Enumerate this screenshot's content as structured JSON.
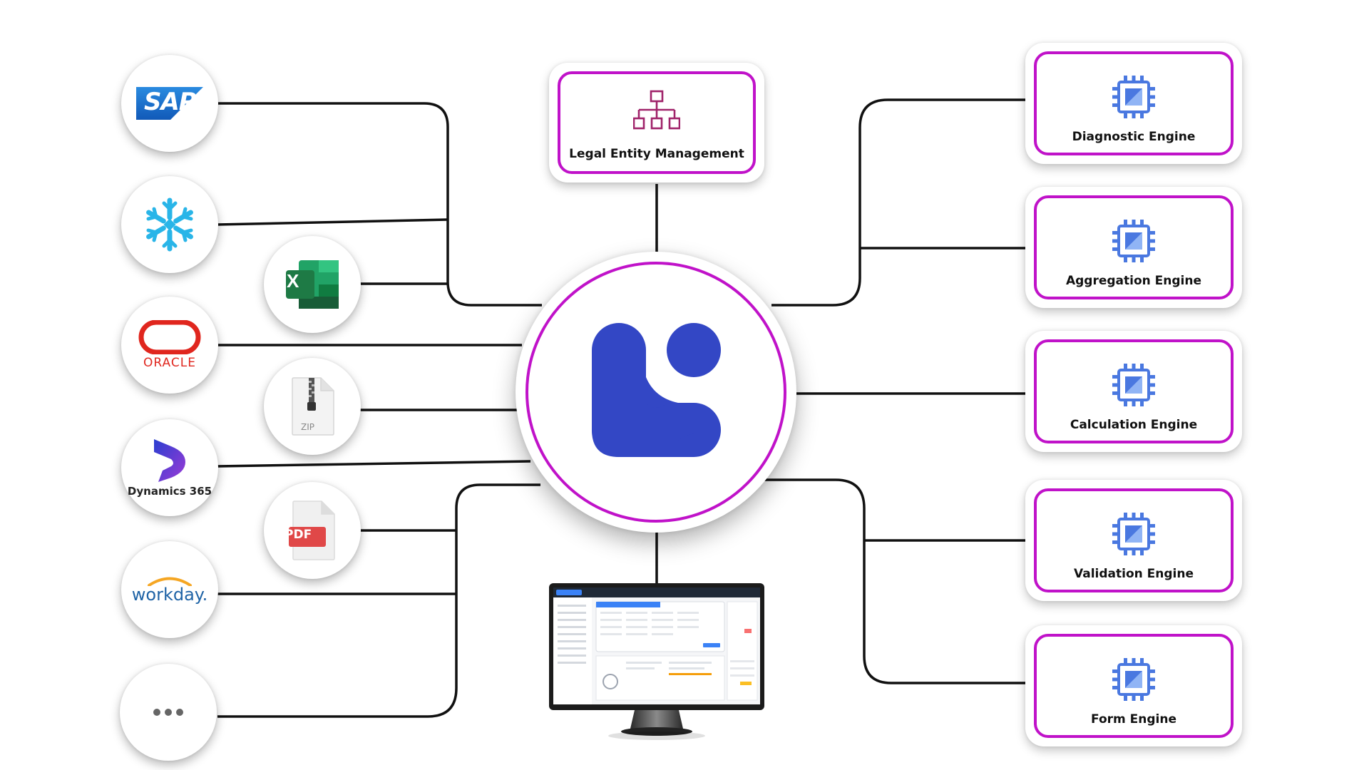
{
  "hub": {
    "name": "central-logo",
    "color": "#3347c5",
    "ring_color": "#c012c9"
  },
  "sources": [
    {
      "id": "sap",
      "text": "SAP",
      "icon": "sap-logo"
    },
    {
      "id": "snowflake",
      "text": "",
      "icon": "snowflake-logo"
    },
    {
      "id": "oracle",
      "text": "ORACLE",
      "icon": "oracle-logo"
    },
    {
      "id": "dynamics",
      "text": "Dynamics 365",
      "icon": "dynamics-365-logo"
    },
    {
      "id": "workday",
      "text": "workday.",
      "icon": "workday-logo"
    },
    {
      "id": "more",
      "text": "",
      "icon": "more-dots-icon"
    }
  ],
  "files": [
    {
      "id": "excel",
      "text": "X",
      "icon": "excel-icon"
    },
    {
      "id": "zip",
      "text": "ZIP",
      "icon": "zip-file-icon"
    },
    {
      "id": "pdf",
      "text": "PDF",
      "icon": "pdf-file-icon"
    }
  ],
  "legal_entity": {
    "label": "Legal Entity Management",
    "icon": "org-chart-icon"
  },
  "engines": [
    {
      "id": "diagnostic",
      "label": "Diagnostic Engine",
      "icon": "chip-icon"
    },
    {
      "id": "aggregation",
      "label": "Aggregation Engine",
      "icon": "chip-icon"
    },
    {
      "id": "calculation",
      "label": "Calculation Engine",
      "icon": "chip-icon"
    },
    {
      "id": "validation",
      "label": "Validation Engine",
      "icon": "chip-icon"
    },
    {
      "id": "form",
      "label": "Form Engine",
      "icon": "chip-icon"
    }
  ],
  "monitor": {
    "icon": "desktop-app-screenshot"
  },
  "colors": {
    "accent_border": "#c012c9",
    "connector": "#111111",
    "chip": "#4a78e0",
    "sap_blue": "#1f73c9",
    "snowflake": "#29b5e8",
    "oracle_red": "#e0261e",
    "excel_green": "#1e7a45",
    "workday_blue": "#1f63a6",
    "workday_orange": "#f5a623",
    "pdf_red": "#e04848"
  }
}
